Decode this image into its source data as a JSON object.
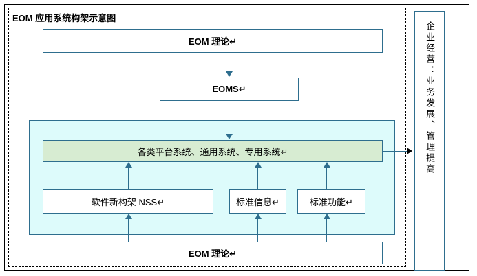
{
  "diagram": {
    "title": "EOM 应用系统构架示意图",
    "boxes": {
      "eom_theory_top": "EOM 理论↵",
      "eoms": "EOMS↵",
      "platform_systems": "各类平台系统、通用系统、专用系统↵",
      "nss": "软件新构架 NSS↵",
      "standard_info": "标准信息↵",
      "standard_function": "标准功能↵",
      "eom_theory_bottom": "EOM 理论↵"
    },
    "side_panel": {
      "text": "企业经营：业务发展、管理提高"
    },
    "colors": {
      "border": "#2e6e8e",
      "container_fill": "#ddfbfb",
      "platform_fill": "#d7ecd2",
      "box_fill": "#ffffff",
      "text": "#000000"
    },
    "arrows": [
      {
        "name": "eom-theory-to-eoms",
        "direction": "down"
      },
      {
        "name": "eoms-to-platform",
        "direction": "down"
      },
      {
        "name": "nss-to-platform",
        "direction": "up"
      },
      {
        "name": "standard-info-to-platform",
        "direction": "up"
      },
      {
        "name": "standard-function-to-platform",
        "direction": "up"
      },
      {
        "name": "platform-to-side-panel",
        "direction": "right"
      },
      {
        "name": "eom-theory-bottom-to-nss",
        "direction": "up"
      },
      {
        "name": "eom-theory-bottom-to-standard-info",
        "direction": "up"
      },
      {
        "name": "eom-theory-bottom-to-standard-function",
        "direction": "up"
      }
    ]
  }
}
